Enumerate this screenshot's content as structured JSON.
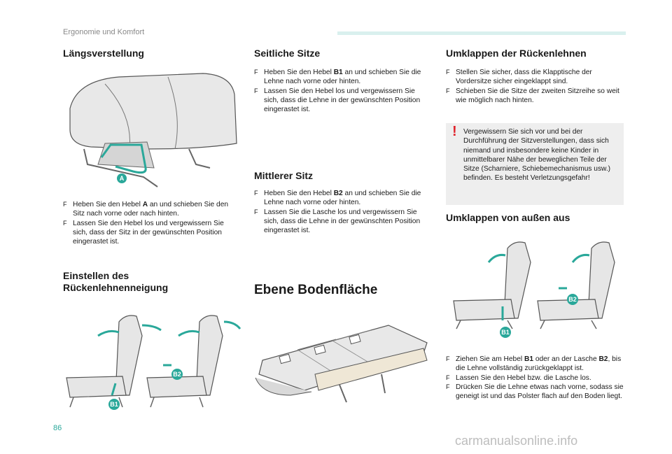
{
  "header": {
    "section": "Ergonomie und Komfort"
  },
  "page": {
    "number": "86"
  },
  "watermark": "carmanualsonline.info",
  "laengs": {
    "title": "Längsverstellung",
    "badge": "A",
    "items": [
      [
        "Heben Sie den Hebel ",
        "A",
        " an und schieben Sie den Sitz nach vorne oder nach hinten."
      ],
      [
        "Lassen Sie den Hebel los und vergewissern Sie sich, dass der Sitz in der gewünschten Position eingerastet ist."
      ]
    ]
  },
  "lehne": {
    "title_line1": "Einstellen des",
    "title_line2": "Rückenlehnenneigung",
    "badges": [
      "B1",
      "B2"
    ]
  },
  "seitlich": {
    "title": "Seitliche Sitze",
    "items": [
      [
        "Heben Sie den Hebel ",
        "B1",
        " an und schieben Sie die Lehne nach vorne oder hinten."
      ],
      [
        "Lassen Sie den Hebel los und vergewissern Sie sich, dass die Lehne in der gewünschten Position eingerastet ist."
      ]
    ]
  },
  "mittlerer": {
    "title": "Mittlerer Sitz",
    "items": [
      [
        "Heben Sie den Hebel ",
        "B2",
        " an und schieben Sie die Lehne nach vorne oder hinten."
      ],
      [
        "Lassen Sie die Lasche los und vergewissern Sie sich, dass die Lehne in der gewünschten Position eingerastet ist."
      ]
    ]
  },
  "ebene": {
    "title": "Ebene Bodenfläche"
  },
  "umklappen": {
    "title": "Umklappen der Rückenlehnen",
    "items": [
      [
        "Stellen Sie sicher, dass die Klapptische der Vordersitze sicher eingeklappt sind."
      ],
      [
        "Schieben Sie die Sitze der zweiten Sitzreihe so weit wie möglich nach hinten."
      ]
    ]
  },
  "warning": {
    "mark": "!",
    "text": "Vergewissern Sie sich vor und bei der Durchführung der Sitzverstellungen, dass sich niemand und insbesondere keine Kinder in unmittelbarer Nähe der beweglichen Teile der Sitze (Scharniere, Schiebemechanismus usw.) befinden. Es besteht Verletzungsgefahr!"
  },
  "aussen": {
    "title": "Umklappen von außen aus",
    "badges": [
      "B1",
      "B2"
    ],
    "items": [
      [
        "Ziehen Sie am Hebel ",
        "B1",
        " oder an der Lasche ",
        "B2",
        ", bis die Lehne vollständig zurückgeklappt ist."
      ],
      [
        "Lassen Sie den Hebel bzw. die Lasche los."
      ],
      [
        "Drücken Sie die Lehne etwas nach vorne, sodass sie geneigt ist und das Polster flach auf den Boden liegt."
      ]
    ]
  },
  "bullet": "F",
  "colors": {
    "accent": "#2aa89a",
    "warning": "#e0232b",
    "header_bar": "#d9f0ee"
  }
}
